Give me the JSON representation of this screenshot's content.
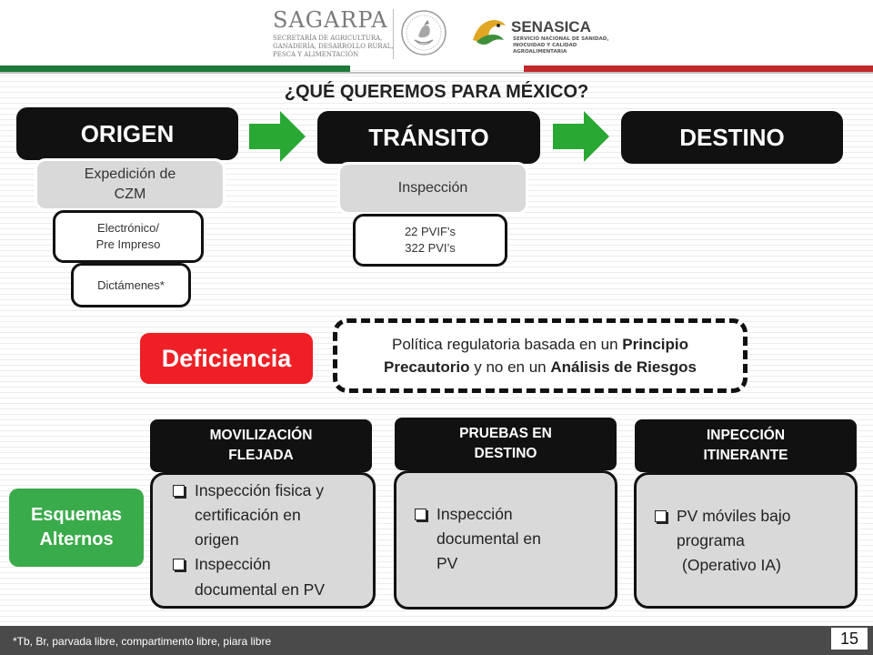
{
  "header": {
    "sagarpa": {
      "name": "SAGARPA",
      "subtitle_lines": [
        "SECRETARÍA DE AGRICULTURA,",
        "GANADERÍA, DESARROLLO RURAL,",
        "PESCA Y ALIMENTACIÓN"
      ]
    },
    "seal_icon": "mexico-seal-icon",
    "senasica": {
      "name": "SENASICA",
      "subtitle_lines": [
        "SERVICIO NACIONAL DE SANIDAD,",
        "INOCUIDAD Y CALIDAD",
        "AGROALIMENTARIA"
      ]
    },
    "colors": {
      "green": "#1f7a3a",
      "red": "#c0282b"
    }
  },
  "title": "¿QUÉ QUEREMOS PARA MÉXICO?",
  "flow": {
    "stages": [
      "ORIGEN",
      "TRÁNSITO",
      "DESTINO"
    ],
    "arrow_color": "#29a833",
    "origen_items": {
      "expedicion_lines": [
        "Expedición de",
        "CZM"
      ],
      "electronico_lines": [
        "Electrónico/",
        "Pre Impreso"
      ],
      "dictamenes": "Dictámenes*"
    },
    "transito_items": {
      "inspeccion": "Inspección",
      "puntos_lines": [
        "22 PVIF’s",
        "322 PVI’s"
      ]
    }
  },
  "deficiencia": {
    "label": "Deficiencia",
    "color": "#ee1f25",
    "policy_line1_a": "Política regulatoria basada en un ",
    "policy_line1_b": "Principio",
    "policy_line2_a": "Precautorio",
    "policy_line2_b": " y no en un ",
    "policy_line2_c": "Análisis de Riesgos"
  },
  "esquemas": {
    "label_lines": [
      "Esquemas",
      "Alternos"
    ],
    "color": "#3aab4a",
    "schemes": [
      {
        "head_lines": [
          "MOVILIZACIÓN",
          "FLEJADA"
        ],
        "bullet1_lines": [
          "Inspección fisica y",
          "certificación en",
          "origen"
        ],
        "bullet2_lines": [
          "Inspección",
          "documental en PV"
        ]
      },
      {
        "head_lines": [
          "PRUEBAS EN",
          "DESTINO"
        ],
        "bullet1_lines": [
          "Inspección",
          "documental en",
          "PV"
        ]
      },
      {
        "head_lines": [
          "INPECCIÓN",
          "ITINERANTE"
        ],
        "bullet1_lines": [
          "PV móviles bajo",
          "programa",
          "(Operativo IA)"
        ]
      }
    ]
  },
  "footer": {
    "note": "*Tb, Br, parvada libre, compartimento libre, piara libre",
    "page": "15"
  }
}
